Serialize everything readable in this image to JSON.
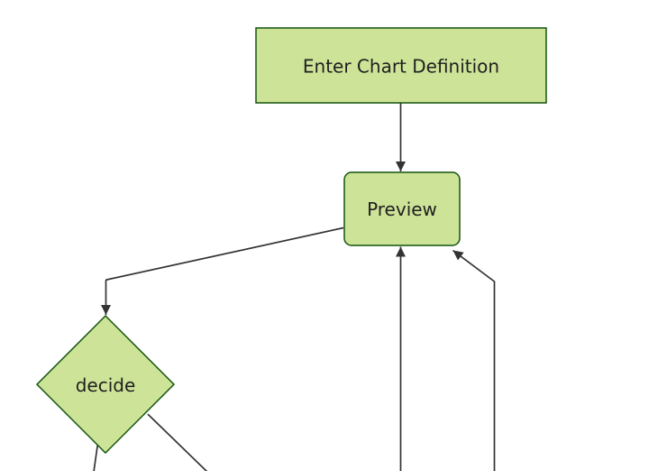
{
  "diagram": {
    "type": "flowchart",
    "direction": "top-down",
    "nodes": [
      {
        "id": "enter-chart-definition",
        "label": "Enter Chart Definition",
        "shape": "rectangle"
      },
      {
        "id": "preview",
        "label": "Preview",
        "shape": "rounded-rectangle"
      },
      {
        "id": "decide",
        "label": "decide",
        "shape": "diamond"
      }
    ],
    "edges": [
      {
        "from": "enter-chart-definition",
        "to": "preview",
        "arrowhead": true
      },
      {
        "from": "preview",
        "to": "decide",
        "arrowhead": true
      },
      {
        "from": "offscreen-bottom",
        "to": "preview",
        "arrowhead": true
      },
      {
        "from": "offscreen-bottom-right",
        "to": "preview",
        "arrowhead": true
      },
      {
        "from": "decide",
        "to": "offscreen-bottom-left",
        "arrowhead": false
      },
      {
        "from": "decide",
        "to": "offscreen-bottom-right",
        "arrowhead": false
      }
    ],
    "colors": {
      "background": "#ffffff",
      "node_fill": "#cde498",
      "node_border": "#13540c",
      "edge": "#333333",
      "label": "#1f1f1f"
    }
  }
}
